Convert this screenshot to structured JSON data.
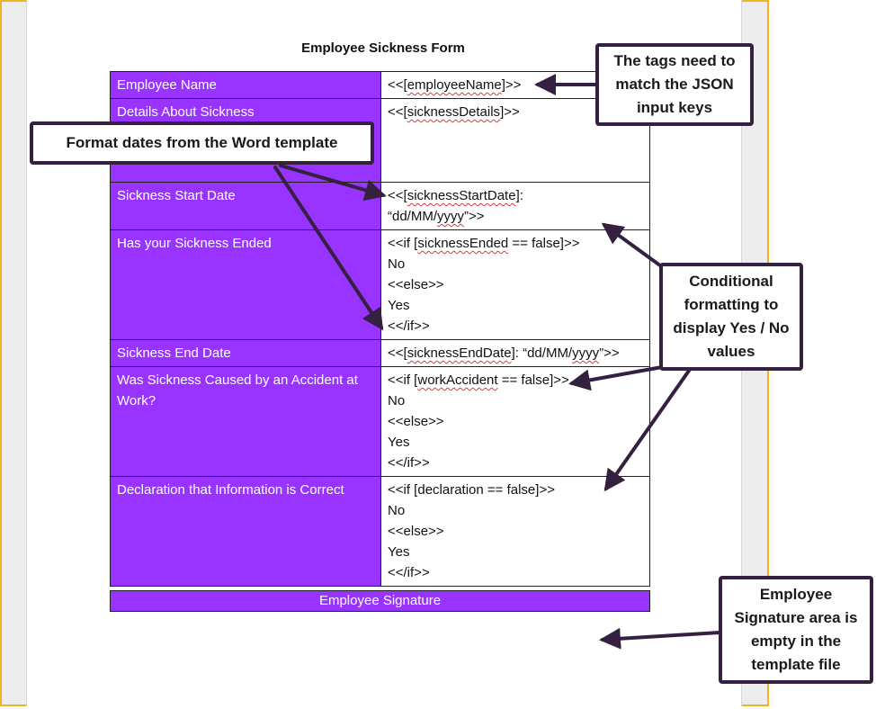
{
  "document": {
    "title": "Employee Sickness Form",
    "rows": [
      {
        "label": "Employee Name",
        "value": [
          "<<[employeeName]>>"
        ]
      },
      {
        "label": "Details About Sickness",
        "value": [
          "<<[sicknessDetails]>>"
        ]
      },
      {
        "label": "Sickness Start Date",
        "value": [
          "<<[sicknessStartDate]:",
          "“dd/MM/yyyy”>>"
        ]
      },
      {
        "label": "Has your Sickness Ended",
        "value": [
          "<<if [sicknessEnded == false]>>",
          "No",
          "<<else>>",
          "Yes",
          "<</if>>"
        ]
      },
      {
        "label": "Sickness End Date",
        "value": [
          "<<[sicknessEndDate]: “dd/MM/yyyy”>>"
        ]
      },
      {
        "label": "Was Sickness Caused by an Accident at Work?",
        "value": [
          "<<if [workAccident == false]>>",
          "No",
          "<<else>>",
          "Yes",
          "<</if>>"
        ]
      },
      {
        "label": "Declaration that Information is Correct",
        "value": [
          "<<if [declaration == false]>>",
          "No",
          "<<else>>",
          "Yes",
          "<</if>>"
        ]
      }
    ],
    "signature_label": "Employee Signature"
  },
  "callouts": {
    "tags": "The tags need to match the JSON input keys",
    "dates": "Format dates from the Word template",
    "conditional": "Conditional formatting to display Yes / No values",
    "signature": "Employee Signature area is empty in the template file"
  },
  "colors": {
    "header_fill": "#9933ff",
    "callout_border": "#35203f",
    "frame_border": "#f2b41c"
  }
}
